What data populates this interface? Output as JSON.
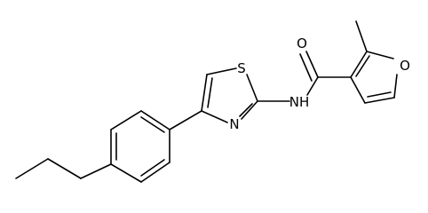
{
  "molecule": {
    "atoms": {
      "oxygen_carbonyl": "O",
      "oxygen_furan": "O",
      "sulfur": "S",
      "nitrogen_ring": "N",
      "amide_nh": "NH"
    },
    "colors": {
      "bond": "#000000",
      "text": "#000000",
      "background": "#ffffff"
    }
  }
}
